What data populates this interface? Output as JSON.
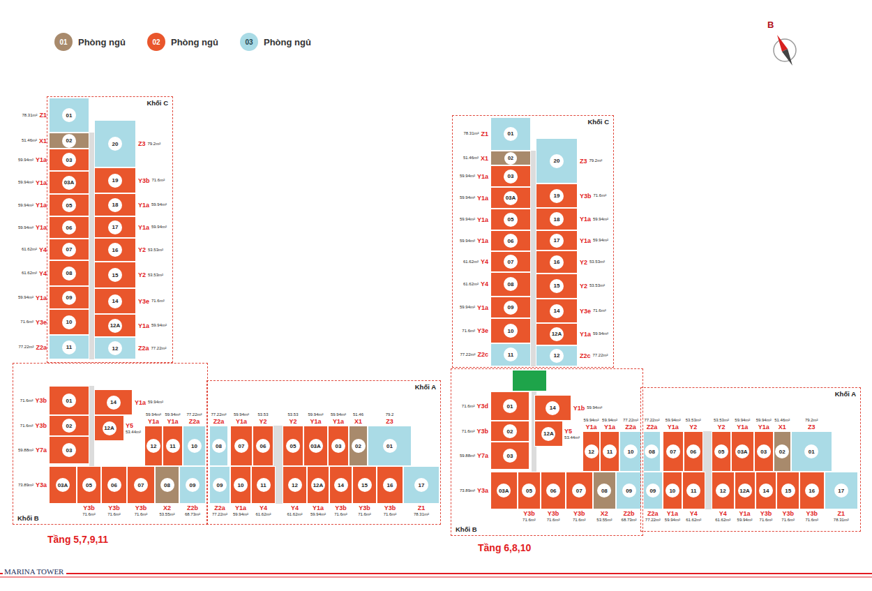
{
  "diagram": {
    "nodes": [
      {
        "text": [
          "Khối C"
        ]
      },
      {
        "text": [
          "01",
          "Z1",
          "78.31m²"
        ],
        "in": 0
      },
      {
        "text": [
          "02",
          "X1",
          "51.46m²"
        ],
        "in": 0
      },
      {
        "text": [
          "03",
          "Y1a",
          "59.94m²"
        ],
        "in": 0
      },
      {
        "text": [
          "03A",
          "Y1a",
          "59.94m²"
        ],
        "in": 0
      },
      {
        "text": [
          "05",
          "Y1a",
          "59.94m²"
        ],
        "in": 0
      },
      {
        "text": [
          "06",
          "Y1a",
          "59.94m²"
        ],
        "in": 0
      },
      {
        "text": [
          "07",
          "Y4",
          "61.62m²"
        ],
        "in": 0
      },
      {
        "text": [
          "08",
          "Y4",
          "61.62m²"
        ],
        "in": 0
      },
      {
        "text": [
          "09",
          "Y1a",
          "59.94m²"
        ],
        "in": 0
      },
      {
        "text": [
          "10",
          "Y3e",
          "71.6m²"
        ],
        "in": 0
      },
      {
        "text": [
          "11",
          "Z2a",
          "77.22m²"
        ],
        "in": 0
      },
      {
        "text": [
          "20",
          "Z3",
          "79.2m²"
        ],
        "in": 0
      },
      {
        "text": [
          "19",
          "Y3b",
          "71.6m²"
        ],
        "in": 0
      },
      {
        "text": [
          "18",
          "Y1a",
          "59.94m²"
        ],
        "in": 0
      },
      {
        "text": [
          "17",
          "Y1a",
          "59.94m²"
        ],
        "in": 0
      },
      {
        "text": [
          "16",
          "Y2",
          "53.53m²"
        ],
        "in": 0
      },
      {
        "text": [
          "15",
          "Y2",
          "53.53m²"
        ],
        "in": 0
      },
      {
        "text": [
          "14",
          "Y3e",
          "71.6m²"
        ],
        "in": 0
      },
      {
        "text": [
          "12A",
          "Y1a",
          "59.94m²"
        ],
        "in": 0
      },
      {
        "text": [
          "12",
          "Z2a",
          "77.22m²"
        ],
        "in": 0
      },
      {
        "text": [
          "Khối B"
        ]
      },
      {
        "text": [
          "01",
          "Y3b",
          "71.6m²"
        ],
        "in": 21
      },
      {
        "text": [
          "02",
          "Y3b",
          "71.6m²"
        ],
        "in": 21
      },
      {
        "text": [
          "03",
          "Y7a",
          "59.88m²"
        ],
        "in": 21
      },
      {
        "text": [
          "14",
          "Y1a",
          "59.94m²"
        ],
        "in": 21
      },
      {
        "text": [
          "12A",
          "Y5",
          "53.44m²"
        ],
        "in": 21
      },
      {
        "text": [
          "12",
          "Y1a",
          "59.94m²"
        ],
        "in": 21
      },
      {
        "text": [
          "11",
          "Y1a",
          "59.94m²"
        ],
        "in": 21
      },
      {
        "text": [
          "10",
          "Z2a",
          "77.22m²"
        ],
        "in": 21
      },
      {
        "text": [
          "03A",
          "Y3a",
          "73.89m²"
        ],
        "in": 21
      },
      {
        "text": [
          "05",
          "Y3b",
          "71.6m²"
        ],
        "in": 21
      },
      {
        "text": [
          "06",
          "Y3b",
          "71.6m²"
        ],
        "in": 21
      },
      {
        "text": [
          "07",
          "Y3b",
          "71.6m²"
        ],
        "in": 21
      },
      {
        "text": [
          "08",
          "X2",
          "53.55m²"
        ],
        "in": 21
      },
      {
        "text": [
          "09",
          "Z2b",
          "68.73m²"
        ],
        "in": 21
      },
      {
        "text": [
          "Khối A"
        ]
      },
      {
        "text": [
          "08",
          "Z2a",
          "77.22m²"
        ],
        "in": 36
      },
      {
        "text": [
          "07",
          "Y1a",
          "59.94m²"
        ],
        "in": 36
      },
      {
        "text": [
          "06",
          "Y2",
          "53.53"
        ],
        "in": 36
      },
      {
        "text": [
          "05",
          "Y2",
          "53.53"
        ],
        "in": 36
      },
      {
        "text": [
          "03A",
          "Y1a",
          "59.94m²"
        ],
        "in": 36
      },
      {
        "text": [
          "03",
          "Y1a",
          "59.94m²"
        ],
        "in": 36
      },
      {
        "text": [
          "02",
          "X1",
          "51.46"
        ],
        "in": 36
      },
      {
        "text": [
          "01",
          "Z3",
          "79.2"
        ],
        "in": 36
      },
      {
        "text": [
          "09",
          "Z2a",
          "77.22m²"
        ],
        "in": 36
      },
      {
        "text": [
          "10",
          "Y1a",
          "59.94m²"
        ],
        "in": 36
      },
      {
        "text": [
          "11",
          "Y4",
          "61.62m²"
        ],
        "in": 36
      },
      {
        "text": [
          "12",
          "Y4",
          "61.62m²"
        ],
        "in": 36
      },
      {
        "text": [
          "12A",
          "Y1a",
          "59.94m²"
        ],
        "in": 36
      },
      {
        "text": [
          "14",
          "Y3b",
          "71.6m²"
        ],
        "in": 36
      },
      {
        "text": [
          "15",
          "Y3b",
          "71.6m²"
        ],
        "in": 36
      },
      {
        "text": [
          "16",
          "Y3b",
          "71.6m²"
        ],
        "in": 36
      },
      {
        "text": [
          "17",
          "Z1",
          "78.31m²"
        ],
        "in": 36
      },
      {
        "text": [
          "Khối C"
        ]
      },
      {
        "text": [
          "01",
          "Z1",
          "78.31m²"
        ],
        "in": 54
      },
      {
        "text": [
          "02",
          "X1",
          "51.46m²"
        ],
        "in": 54
      },
      {
        "text": [
          "03",
          "Y1a",
          "59.94m²"
        ],
        "in": 54
      },
      {
        "text": [
          "03A",
          "Y1a",
          "59.94m²"
        ],
        "in": 54
      },
      {
        "text": [
          "05",
          "Y1a",
          "59.94m²"
        ],
        "in": 54
      },
      {
        "text": [
          "06",
          "Y1a",
          "59.94m²"
        ],
        "in": 54
      },
      {
        "text": [
          "07",
          "Y4",
          "61.62m²"
        ],
        "in": 54
      },
      {
        "text": [
          "08",
          "Y4",
          "61.62m²"
        ],
        "in": 54
      },
      {
        "text": [
          "09",
          "Y1a",
          "59.94m²"
        ],
        "in": 54
      },
      {
        "text": [
          "10",
          "Y3e",
          "71.6m²"
        ],
        "in": 54
      },
      {
        "text": [
          "11",
          "Z2c",
          "77.22m²"
        ],
        "in": 54
      },
      {
        "text": [
          "20",
          "Z3",
          "79.2m²"
        ],
        "in": 54
      },
      {
        "text": [
          "19",
          "Y3b",
          "71.6m²"
        ],
        "in": 54
      },
      {
        "text": [
          "18",
          "Y1a",
          "59.94m²"
        ],
        "in": 54
      },
      {
        "text": [
          "17",
          "Y1a",
          "59.94m²"
        ],
        "in": 54
      },
      {
        "text": [
          "16",
          "Y2",
          "53.53m²"
        ],
        "in": 54
      },
      {
        "text": [
          "15",
          "Y2",
          "53.53m²"
        ],
        "in": 54
      },
      {
        "text": [
          "14",
          "Y3e",
          "71.6m²"
        ],
        "in": 54
      },
      {
        "text": [
          "12A",
          "Y1a",
          "59.94m²"
        ],
        "in": 54
      },
      {
        "text": [
          "12",
          "Z2c",
          "77.22m²"
        ],
        "in": 54
      },
      {
        "text": [
          "Khối B"
        ]
      },
      {
        "text": [
          "01",
          "Y3d",
          "71.6m²"
        ],
        "in": 75
      },
      {
        "text": [
          "02",
          "Y3b",
          "71.6m²"
        ],
        "in": 75
      },
      {
        "text": [
          "03",
          "Y7a",
          "59.88m²"
        ],
        "in": 75
      },
      {
        "text": [
          "14",
          "Y1b",
          "59.94m²"
        ],
        "in": 75
      },
      {
        "text": [
          "12A",
          "Y5",
          "53.44m²"
        ],
        "in": 75
      },
      {
        "text": [
          "12",
          "Y1a",
          "59.94m²"
        ],
        "in": 75
      },
      {
        "text": [
          "11",
          "Y1a",
          "59.94m²"
        ],
        "in": 75
      },
      {
        "text": [
          "10",
          "Z2a",
          "77.22m²"
        ],
        "in": 75
      },
      {
        "text": [
          "03A",
          "Y3a",
          "73.89m²"
        ],
        "in": 75
      },
      {
        "text": [
          "05",
          "Y3b",
          "71.6m²"
        ],
        "in": 75
      },
      {
        "text": [
          "06",
          "Y3b",
          "71.6m²"
        ],
        "in": 75
      },
      {
        "text": [
          "07",
          "Y3b",
          "71.6m²"
        ],
        "in": 75
      },
      {
        "text": [
          "08",
          "X2",
          "53.55m²"
        ],
        "in": 75
      },
      {
        "text": [
          "09",
          "Z2b",
          "68.73m²"
        ],
        "in": 75
      },
      {
        "text": [
          "Khối A"
        ]
      },
      {
        "text": [
          "08",
          "Z2a",
          "77.22m²"
        ],
        "in": 90
      },
      {
        "text": [
          "07",
          "Y1a",
          "59.94m²"
        ],
        "in": 90
      },
      {
        "text": [
          "06",
          "Y2",
          "53.53m²"
        ],
        "in": 90
      },
      {
        "text": [
          "05",
          "Y2",
          "53.53m²"
        ],
        "in": 90
      },
      {
        "text": [
          "03A",
          "Y1a",
          "59.94m²"
        ],
        "in": 90
      },
      {
        "text": [
          "03",
          "Y1a",
          "59.94m²"
        ],
        "in": 90
      },
      {
        "text": [
          "02",
          "X1",
          "51.46m²"
        ],
        "in": 90
      },
      {
        "text": [
          "01",
          "Z3",
          "79.2m²"
        ],
        "in": 90
      },
      {
        "text": [
          "09",
          "Z2a",
          "77.22m²"
        ],
        "in": 90
      },
      {
        "text": [
          "10",
          "Y1a",
          "59.94m²"
        ],
        "in": 90
      },
      {
        "text": [
          "11",
          "Y4",
          "61.62m²"
        ],
        "in": 90
      },
      {
        "text": [
          "12",
          "Y4",
          "61.62m²"
        ],
        "in": 90
      },
      {
        "text": [
          "12A",
          "Y1a",
          "59.94m²"
        ],
        "in": 90
      },
      {
        "text": [
          "14",
          "Y3b",
          "71.6m²"
        ],
        "in": 90
      },
      {
        "text": [
          "15",
          "Y3b",
          "71.6m²"
        ],
        "in": 90
      },
      {
        "text": [
          "16",
          "Y3b",
          "71.6m²"
        ],
        "in": 90
      },
      {
        "text": [
          "17",
          "Z1",
          "78.31m²"
        ],
        "in": 90
      }
    ],
    "labels": [
      "01",
      "02",
      "03",
      "B",
      "Tầng 5,7,9,11",
      "Tầng 6,8,10",
      "MARINA TOWER"
    ],
    "legend": [
      {
        "text": "Phòng ngủ",
        "color": "#a88a6c"
      },
      {
        "text": "Phòng ngủ",
        "color": "#e9562c"
      },
      {
        "text": "Phòng ngủ",
        "color": "#a9dbe6"
      }
    ]
  }
}
